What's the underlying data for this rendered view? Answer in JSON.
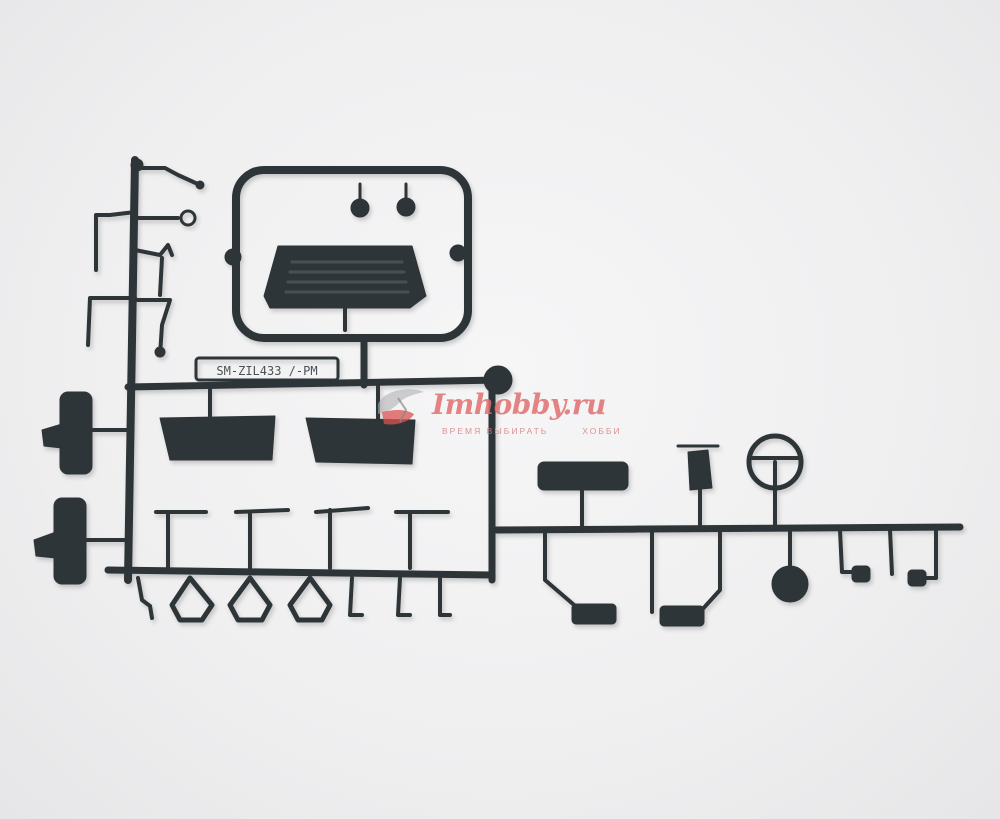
{
  "photo": {
    "subject": "plastic model kit sprue (dark grey parts tree)",
    "background_color": "#eeeeef",
    "plastic_color": "#2f3437"
  },
  "sprue_label": {
    "text": "SM-ZIL433 /-PM"
  },
  "watermark": {
    "brand": "Imhobby.ru",
    "tagline_left": "ВРЕМЯ ВЫБИРАТЬ",
    "tagline_right": "ХОББИ",
    "accent_color": "#e07070"
  }
}
